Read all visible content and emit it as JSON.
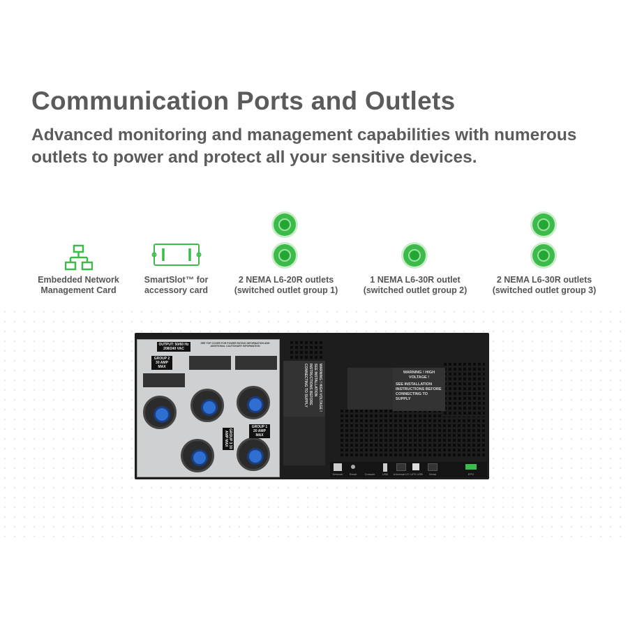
{
  "title": "Communication Ports and Outlets",
  "subtitle": "Advanced monitoring and management capabilities with numerous outlets to power and protect all your sensitive devices.",
  "features": [
    {
      "icon": "network-icon",
      "line1": "Embedded Network",
      "line2": "Management Card"
    },
    {
      "icon": "smartslot-card-icon",
      "line1": "SmartSlot™ for",
      "line2": "accessory card"
    },
    {
      "icon": "outlet-icon",
      "line1": "2 NEMA L6-20R outlets",
      "line2": "(switched outlet group 1)"
    },
    {
      "icon": "outlet-icon",
      "line1": "1 NEMA L6-30R outlet",
      "line2": "(switched outlet group 2)"
    },
    {
      "icon": "outlet-icon",
      "line1": "2 NEMA L6-30R outlets",
      "line2": "(switched outlet group 3)"
    }
  ],
  "device": {
    "output_label": "OUTPUT: 50/60 Hz 208/240 VAC",
    "top_cover_note": "SEE TOP COVER FOR POWER RATING INFORMATION AND ADDITIONAL CAUTIONARY INFORMATION",
    "group2": "GROUP 2 30 AMP MAX",
    "group3": "GROUP 3 30 AMP MAX",
    "group1": "GROUP 1 20 AMP MAX",
    "warning_title": "WARNING ! HIGH VOLTAGE !",
    "warning_text": "SEE INSTALLATION INSTRUCTIONS BEFORE CONNECTING TO SUPPLY",
    "ports": [
      "Network",
      "Reset",
      "Console",
      "USB",
      "Universal I/O",
      "UPS USB",
      "Serial",
      "EPO"
    ]
  },
  "colors": {
    "accent": "#3dbb4a",
    "text": "#5b5b5b"
  }
}
